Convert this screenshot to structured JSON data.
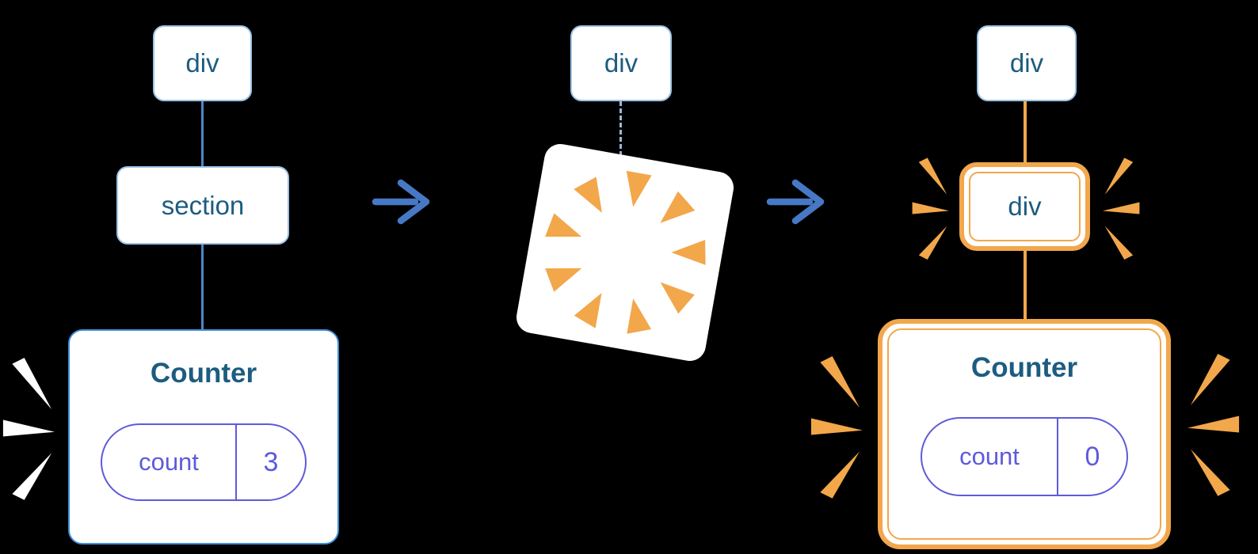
{
  "diagram": {
    "description": "Tree change destroys component state: section replaced by div resets Counter",
    "before": {
      "root_label": "div",
      "child_label": "section",
      "counter": {
        "title": "Counter",
        "state_key": "count",
        "state_value": "3"
      }
    },
    "during": {
      "root_label": "div"
    },
    "after": {
      "root_label": "div",
      "highlight_label": "div",
      "counter": {
        "title": "Counter",
        "state_key": "count",
        "state_value": "0"
      }
    }
  },
  "colors": {
    "background": "#000000",
    "node_border": "#9cc3e5",
    "card_border": "#3b8fd8",
    "tree_line": "#4a87c7",
    "arrow": "#4678c4",
    "label_text": "#1c5c80",
    "pill": "#5e5adb",
    "highlight_orange": "#f2a74b",
    "dashed_line": "#9db8d6",
    "spark_white": "#ffffff"
  },
  "icons": {
    "arrow": "right-arrow-icon",
    "burst": "explosion-burst-icon",
    "sparks": "emphasis-sparks-icon"
  }
}
